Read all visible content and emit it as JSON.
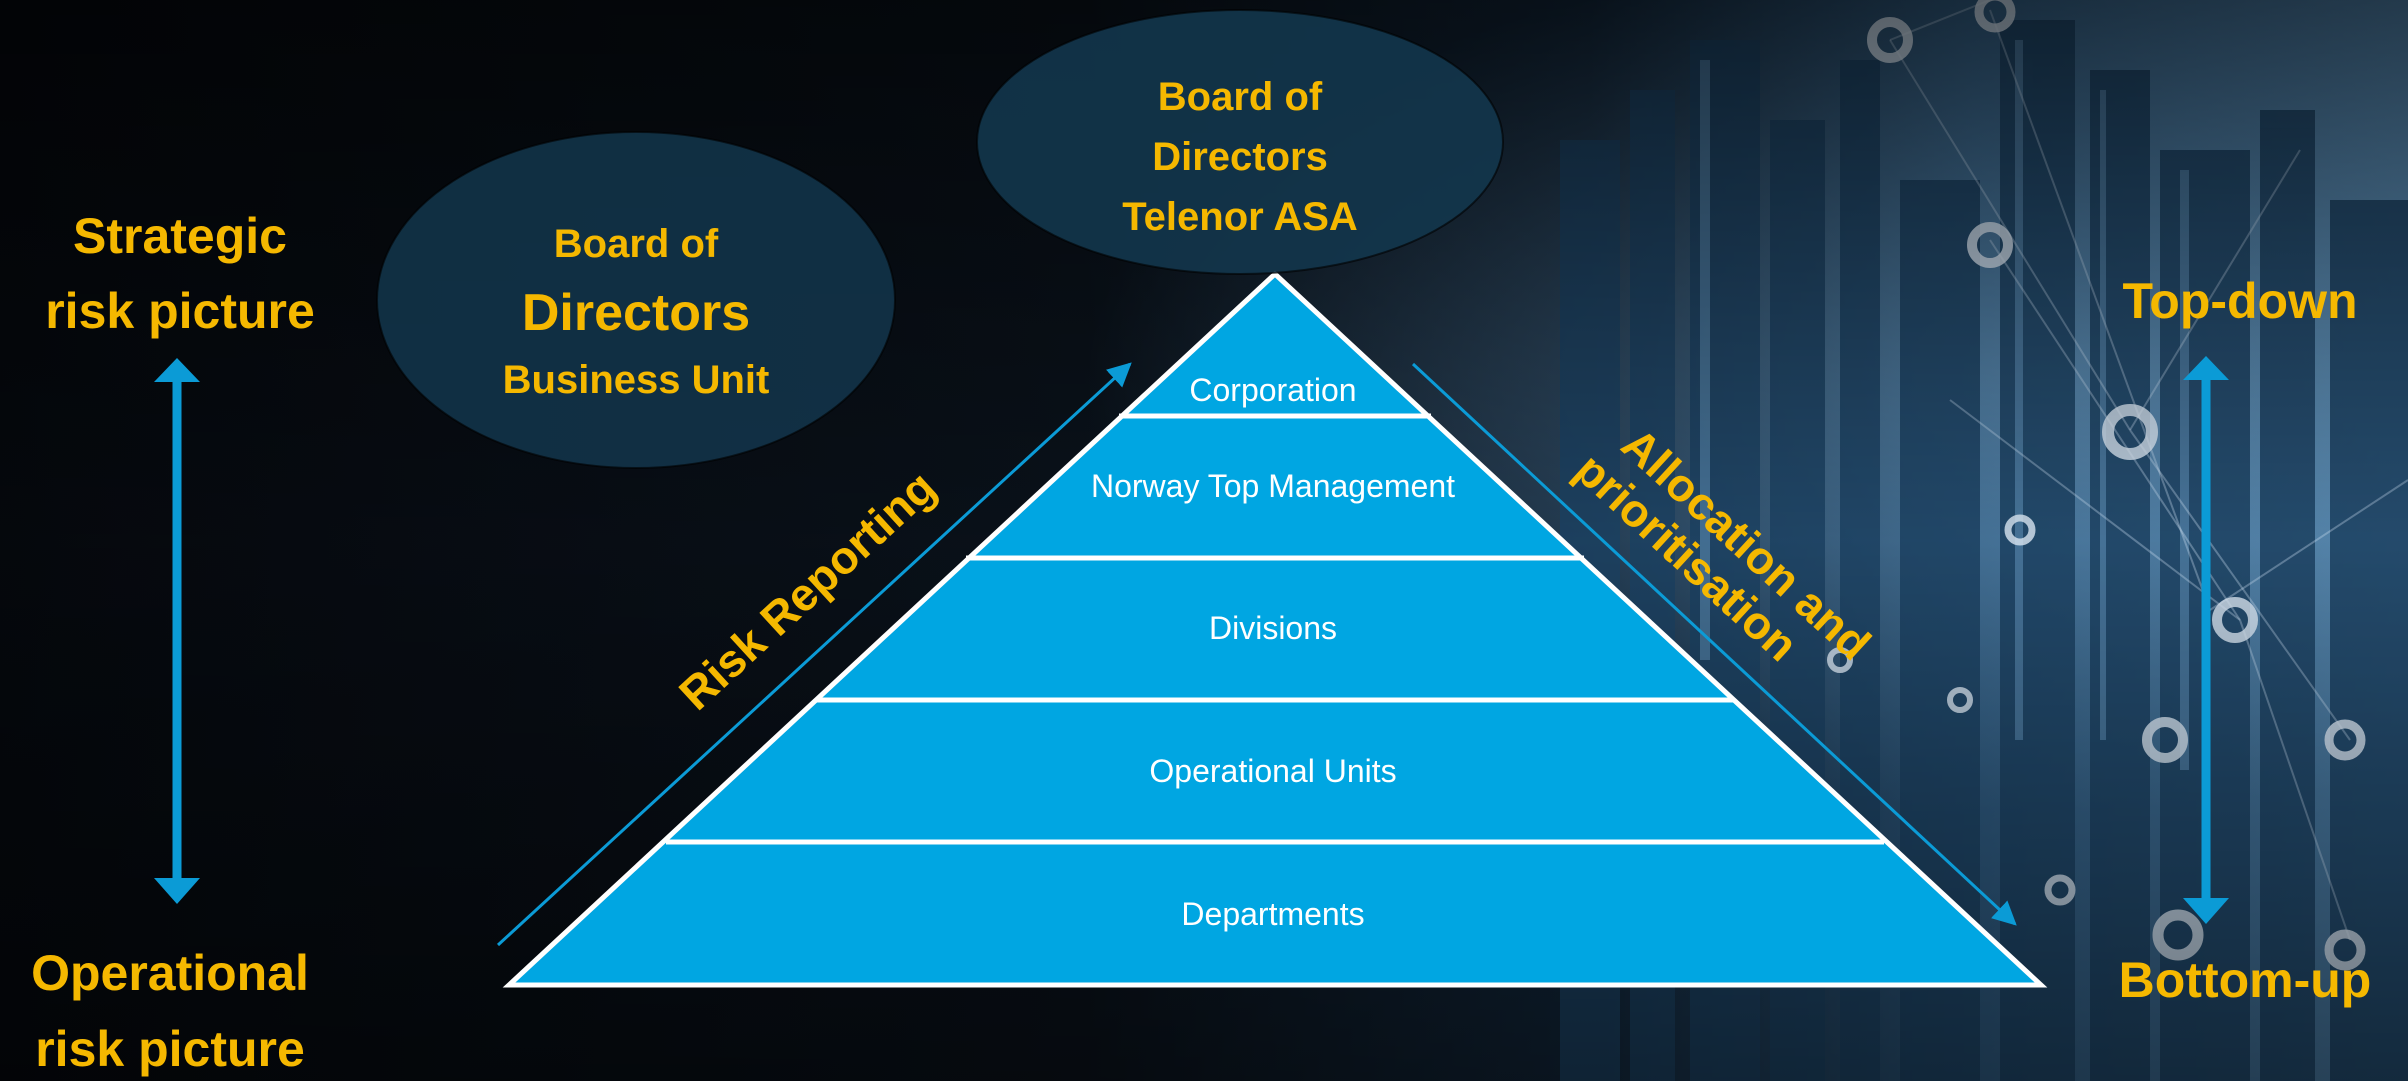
{
  "colors": {
    "accent_text": "#f5b800",
    "pyramid_fill": "#00a6e2",
    "pyramid_divider": "#ffffff",
    "arrow": "#0b9bd6",
    "board_fill": "#13364c"
  },
  "left_axis": {
    "top_label_line1": "Strategic",
    "top_label_line2": "risk picture",
    "bottom_label_line1": "Operational",
    "bottom_label_line2": "risk picture"
  },
  "right_axis": {
    "top_label": "Top-down",
    "bottom_label": "Bottom-up"
  },
  "boards": {
    "business_unit": {
      "line1": "Board of",
      "line2": "Directors",
      "line3": "Business Unit"
    },
    "telenor": {
      "line1": "Board of",
      "line2": "Directors",
      "line3": "Telenor ASA"
    }
  },
  "pyramid": {
    "levels": [
      "Corporation",
      "Norway Top Management",
      "Divisions",
      "Operational Units",
      "Departments"
    ]
  },
  "side_labels": {
    "left": "Risk Reporting",
    "right_line1": "Allocation and",
    "right_line2": "prioritisation"
  }
}
